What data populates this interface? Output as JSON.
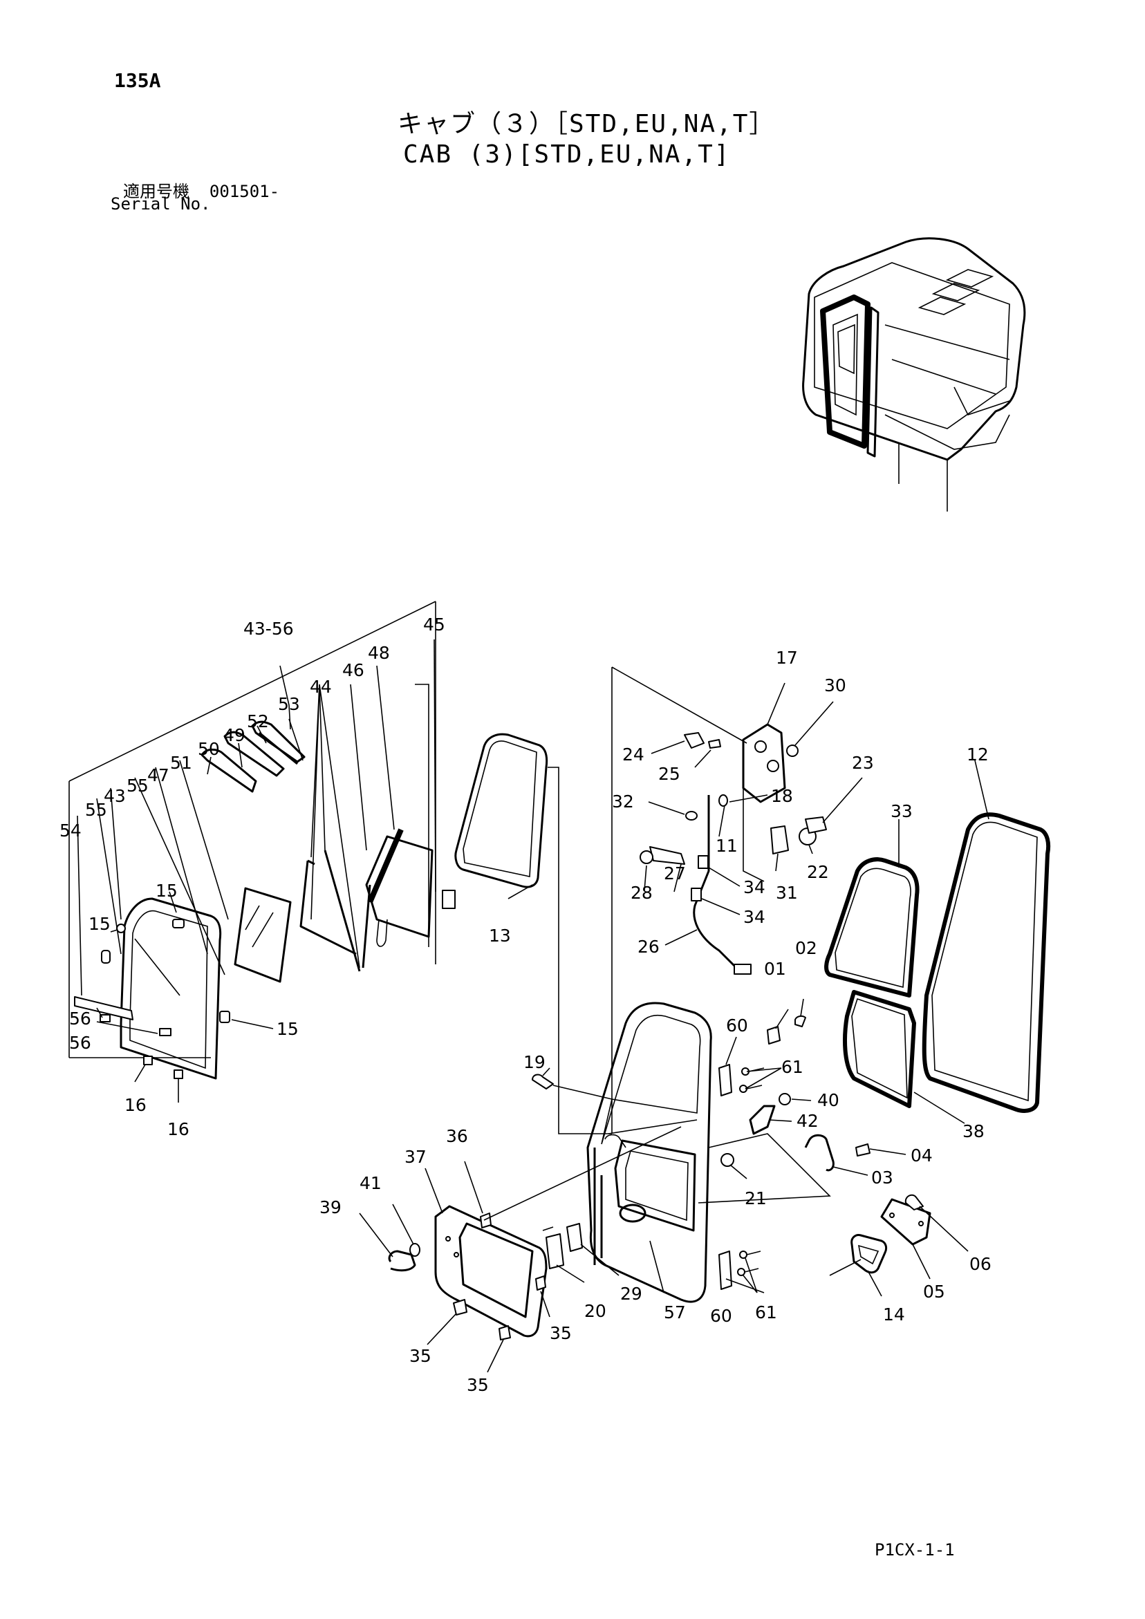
{
  "page_number": "135A",
  "title_jp": "キャブ（３）［STD,EU,NA,T］",
  "title_en": "CAB (3)[STD,EU,NA,T]",
  "serial_label_jp": "適用号機",
  "serial_value": "001501-",
  "serial_label_en": "Serial No.",
  "footer_code": "P1CX-1-1",
  "callouts": [
    "43-56",
    "45",
    "44",
    "46",
    "48",
    "53",
    "52",
    "49",
    "50",
    "51",
    "47",
    "55",
    "43",
    "54",
    "55",
    "15",
    "15",
    "15",
    "56",
    "56",
    "16",
    "16",
    "13",
    "17",
    "30",
    "24",
    "25",
    "23",
    "12",
    "32",
    "18",
    "33",
    "11",
    "28",
    "27",
    "31",
    "22",
    "34",
    "34",
    "26",
    "01",
    "02",
    "60",
    "61",
    "19",
    "40",
    "42",
    "04",
    "03",
    "21",
    "36",
    "37",
    "41",
    "39",
    "38",
    "20",
    "29",
    "35",
    "35",
    "35",
    "06",
    "05",
    "14",
    "57",
    "60",
    "61"
  ]
}
